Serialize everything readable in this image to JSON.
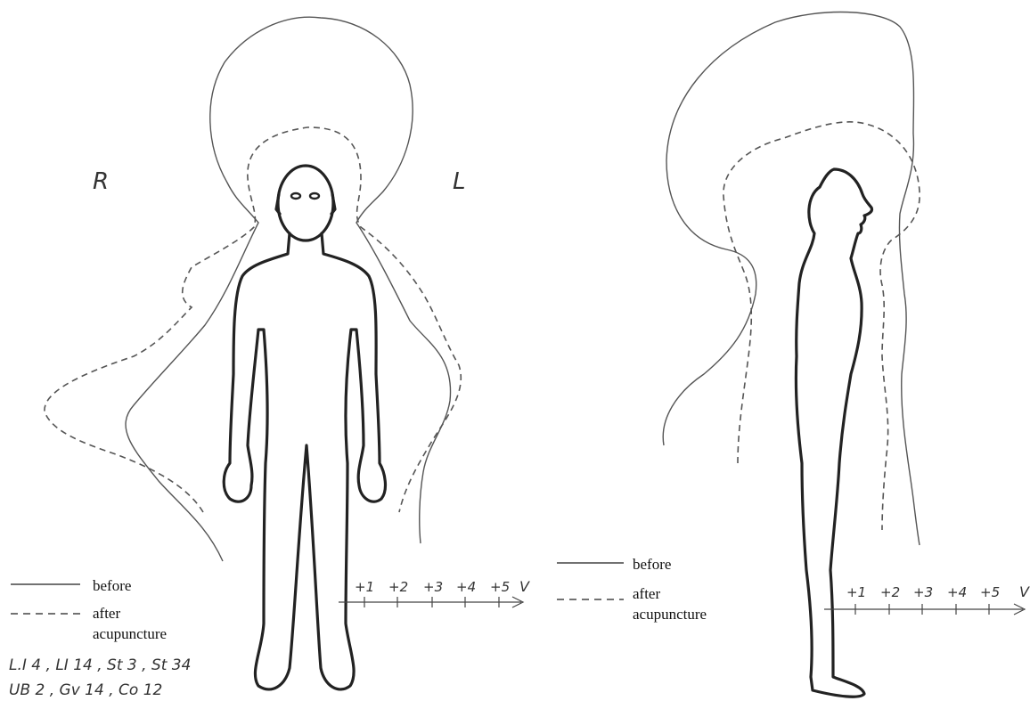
{
  "front_view": {
    "side_left_label": "R",
    "side_right_label": "L",
    "scale_ticks": [
      "+1",
      "+2",
      "+3",
      "+4",
      "+5"
    ],
    "scale_unit": "V",
    "legend": {
      "before": "before",
      "after_line1": "after",
      "after_line2": "acupuncture"
    },
    "points_line1": "L.I 4 , LI 14 , St 3 , St 34",
    "points_line2": "UB 2 , Gv 14 , Co 12"
  },
  "side_view": {
    "scale_ticks": [
      "+1",
      "+2",
      "+3",
      "+4",
      "+5"
    ],
    "scale_unit": "V",
    "legend": {
      "before": "before",
      "after_line1": "after",
      "after_line2": "acupuncture"
    }
  },
  "colors": {
    "outline": "#222222",
    "field": "#555555",
    "background": "#ffffff"
  }
}
